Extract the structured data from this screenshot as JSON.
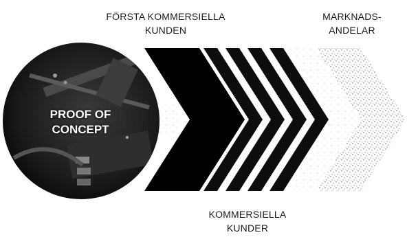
{
  "labels": {
    "first_customer": "FÖRSTA KOMMERSIELLA\nKUNDEN",
    "market_share": "MARKNADS-\nANDELAR",
    "commercial_customers": "KOMMERSIELLA\nKUNDER"
  },
  "circle": {
    "text": "PROOF OF\nCONCEPT"
  },
  "colors": {
    "black_chevron": "#000000",
    "stripe_dark": "#0d0d0d",
    "stripe_light": "#ffffff",
    "stipple": "#8c8c8c",
    "circle_dark": "#1f1f1f"
  }
}
